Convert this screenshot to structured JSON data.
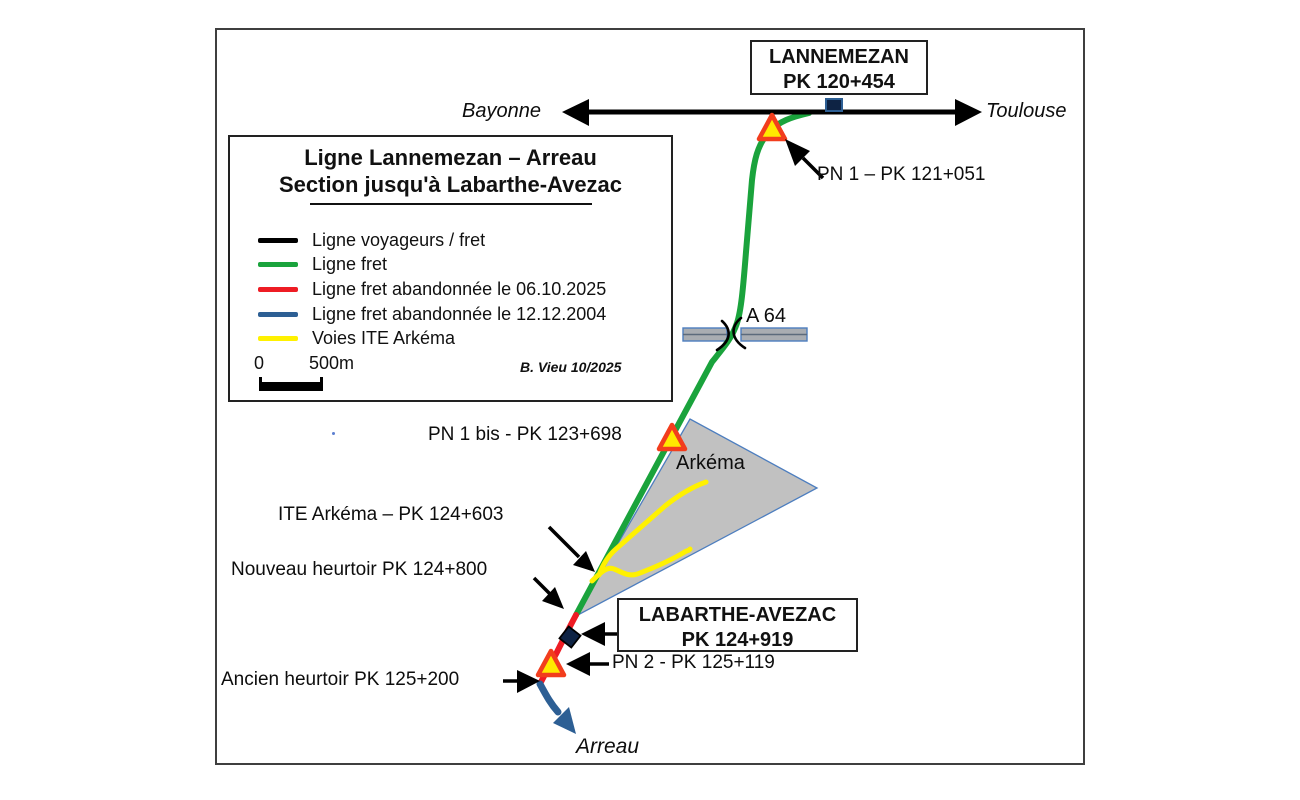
{
  "map_title": "Ligne Lannemezan – Arreau",
  "map_subtitle": "Section jusqu'à Labarthe-Avezac",
  "directions": {
    "west": "Bayonne",
    "east": "Toulouse",
    "south": "Arreau"
  },
  "stations": {
    "lannemezan": {
      "name": "LANNEMEZAN",
      "pk": "PK 120+454"
    },
    "labarthe": {
      "name": "LABARTHE-AVEZAC",
      "pk": "PK 124+919"
    }
  },
  "legend": {
    "title_line1": "Ligne Lannemezan – Arreau",
    "title_line2": "Section jusqu'à Labarthe-Avezac",
    "items": [
      {
        "label": "Ligne voyageurs / fret",
        "color": "#000000"
      },
      {
        "label": "Ligne fret",
        "color": "#1aa33c"
      },
      {
        "label": "Ligne fret abandonnée le 06.10.2025",
        "color": "#ee1c24"
      },
      {
        "label": "Ligne fret abandonnée le 12.12.2004",
        "color": "#2d5f94"
      },
      {
        "label": "Voies ITE Arkéma",
        "color": "#fff100"
      }
    ],
    "scale": {
      "zero": "0",
      "distance": "500m"
    },
    "credit": "B. Vieu 10/2025"
  },
  "labels": {
    "pn1": "PN 1 – PK 121+051",
    "a64": "A 64",
    "pn1bis": "PN 1 bis - PK 123+698",
    "arkema_zone": "Arkéma",
    "ite": "ITE Arkéma – PK 124+603",
    "nouveau_heurtoir": "Nouveau heurtoir PK 124+800",
    "pn2": "PN 2 - PK 125+119",
    "ancien_heurtoir": "Ancien heurtoir PK 125+200"
  },
  "colors": {
    "voyageurs_fret": "#000000",
    "fret": "#1aa33c",
    "abandonnee_2025": "#ee1c24",
    "abandonnee_2004": "#2d5f94",
    "ite_arkema": "#fff100",
    "arkema_zone_fill": "#c1c1c1",
    "zone_border": "#4d7ebf",
    "a64_fill": "#a9adb2",
    "pn_border": "#f23d1d",
    "pn_fill": "#ffe900",
    "station_marker": "#0e2344"
  }
}
